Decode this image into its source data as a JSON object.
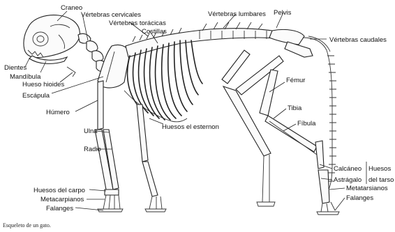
{
  "labels": {
    "craneo": "Craneo",
    "vertebras_cervicales": "Vértebras cervicales",
    "vertebras_toracicas": "Vértebras torácicas",
    "costillas": "Costillas",
    "vertebras_lumbares": "Vértebras lumbares",
    "pelvis": "Pelvis",
    "vertebras_caudales": "Vértebras caudales",
    "dientes": "Dientes",
    "mandibula": "Mandíbula",
    "hueso_hioides": "Hueso hioides",
    "escapula": "Escápula",
    "humero": "Húmero",
    "ulna": "Ulna",
    "radio": "Radio",
    "huesos_carpo": "Huesos del carpo",
    "metacarpianos": "Metacarpianos",
    "falanges_ant": "Falanges",
    "huesos_esternon": "Huesos  el esternon",
    "femur": "Fémur",
    "tibia": "Tibia",
    "fibula": "Fíbula",
    "calcaneo": "Calcáneo",
    "astragalo": "Astrágalo",
    "huesos_del": "Huesos",
    "del_tarso": "del tarso",
    "metatarsianos": "Metatarsianos",
    "falanges_post": "Falanges"
  },
  "caption": "Esqueleto de un gato."
}
